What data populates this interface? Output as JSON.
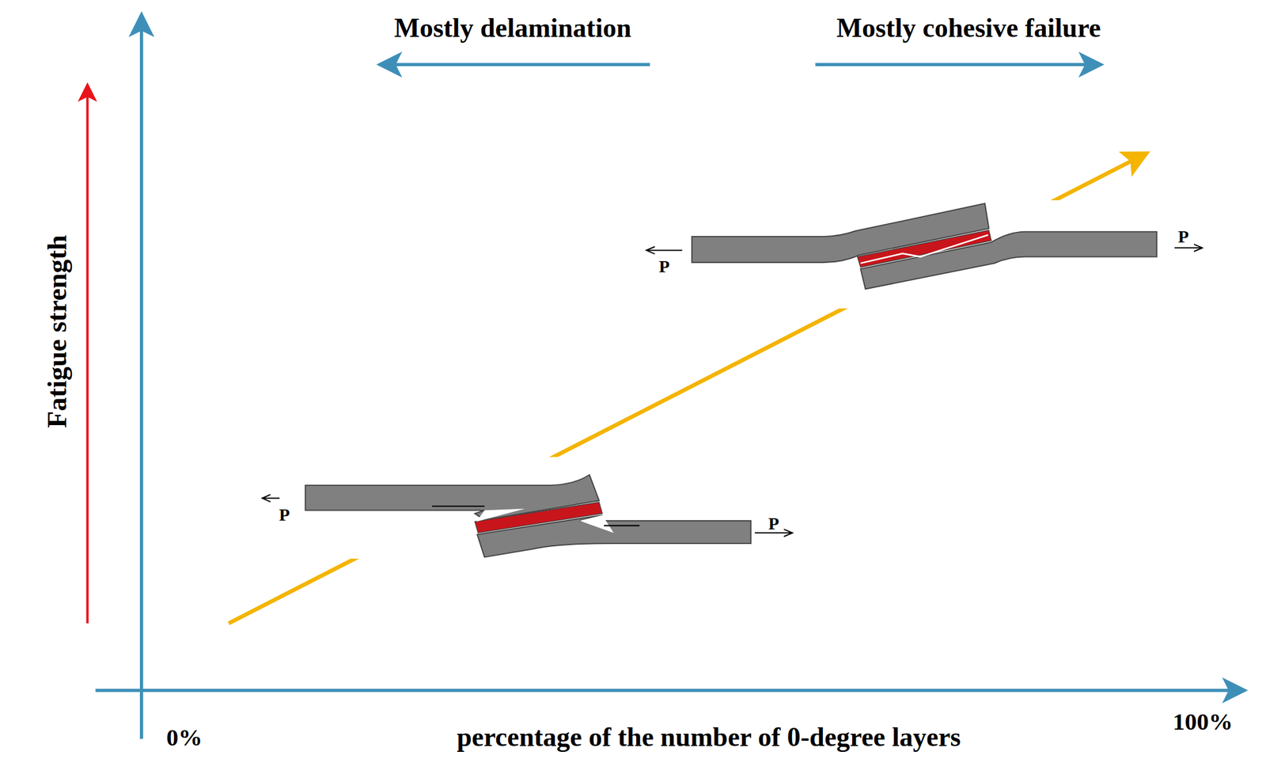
{
  "diagram": {
    "labels": [
      "Mostly delamination",
      "Mostly cohesive failure",
      "Fatigue strength",
      "0%",
      "100%",
      "percentage of the number of 0-degree layers",
      "P",
      "P",
      "P",
      "P"
    ]
  }
}
